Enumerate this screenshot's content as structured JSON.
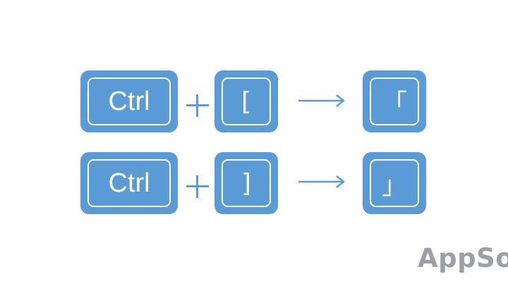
{
  "rows": [
    {
      "modifier": "Ctrl",
      "plus": "+",
      "key": "[",
      "result": "「"
    },
    {
      "modifier": "Ctrl",
      "plus": "+",
      "key": "]",
      "result": "」"
    }
  ],
  "branding": {
    "logo_text": "AppSo"
  },
  "colors": {
    "key_fill": "#5b9bd5",
    "key_border": "#ffffff",
    "logo": "#9aa0a6"
  },
  "icons": {
    "plus": "plus-icon",
    "arrow": "right-arrow-icon"
  }
}
